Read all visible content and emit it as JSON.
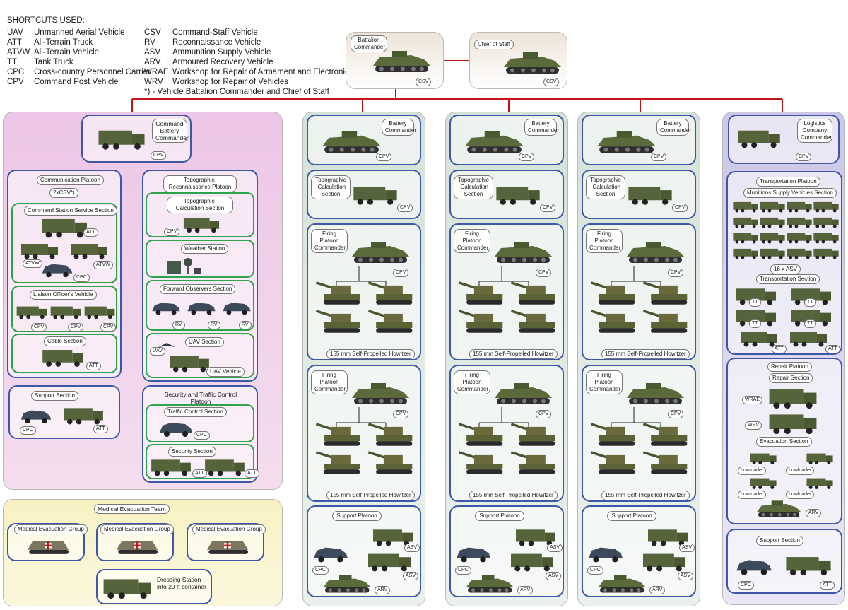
{
  "legend": {
    "title": "SHORTCUTS USED:",
    "left": [
      {
        "abbr": "UAV",
        "text": "Unmanned Aerial Vehicle"
      },
      {
        "abbr": "ATT",
        "text": "All-Terrain Truck"
      },
      {
        "abbr": "ATVW",
        "text": "All-Terrain Vehicle"
      },
      {
        "abbr": "TT",
        "text": "Tank Truck"
      },
      {
        "abbr": "CPC",
        "text": "Cross-country Personnel Carrier"
      },
      {
        "abbr": "CPV",
        "text": "Command Post Vehicle"
      }
    ],
    "right": [
      {
        "abbr": "CSV",
        "text": "Command-Staff Vehicle"
      },
      {
        "abbr": "RV",
        "text": "Reconnaissance Vehicle"
      },
      {
        "abbr": "ASV",
        "text": "Ammunition Supply Vehicle"
      },
      {
        "abbr": "ARV",
        "text": "Armoured Recovery Vehicle"
      },
      {
        "abbr": "WRAE",
        "text": "Workshop for Repair of Armament and Electronics"
      },
      {
        "abbr": "WRV",
        "text": "Workshop for Repair of Vehicles"
      }
    ],
    "footnote": "*) - Vehicle Battalion Commander and Chief of Staff"
  },
  "hq": {
    "commander": {
      "label": "Battalion Commander",
      "tag": "CSV"
    },
    "chief": {
      "label": "Chief of Staff",
      "tag": "CSV"
    }
  },
  "command_battery": {
    "commander": {
      "label": "Command Battery Commander",
      "tag": "CPV"
    },
    "communication": {
      "title": "Communication Platoon",
      "csv_note": "2xCSV*)",
      "css": {
        "title": "Command Station Service Section",
        "tags": [
          "ATT",
          "ATVW",
          "ATVW",
          "CPC"
        ]
      },
      "liaison": {
        "title": "Liaison Officer's Vehicle",
        "tags": [
          "CPV",
          "CPV",
          "CPV"
        ]
      },
      "cable": {
        "title": "Cable Section",
        "tag": "ATT"
      }
    },
    "support": {
      "title": "Support Section",
      "tags": [
        "CPC",
        "ATT"
      ]
    },
    "topo_recon": {
      "title": "Topographic-Reconnaissance Platoon",
      "topo_calc": {
        "title": "Topographic-Calculation Section",
        "tag": "CPV"
      },
      "weather": {
        "title": "Weather Station"
      },
      "forward_obs": {
        "title": "Forward Observers Section",
        "tags": [
          "RV",
          "RV",
          "RV"
        ]
      },
      "uav": {
        "title": "UAV Section",
        "uav_tag": "UAV",
        "vehicle": "UAV Vehicle"
      }
    },
    "security_traffic": {
      "title": "Security and Traffic Control Platoon",
      "traffic": {
        "title": "Traffic Control Section",
        "tag": "CPC"
      },
      "security": {
        "title": "Security Section",
        "tags": [
          "ATT",
          "ATT"
        ]
      }
    }
  },
  "medical": {
    "title": "Medical Evacuation Team",
    "groups": [
      "Medical Evacuation Group",
      "Medical Evacuation Group",
      "Medical Evacuation Group"
    ],
    "dressing": "Dressing Station into 20 ft container"
  },
  "batteries": [
    {
      "commander": {
        "label": "Battery Commander",
        "tag": "CPV"
      },
      "topo": {
        "label": "Topographic -Calculation Section",
        "tag": "CPV"
      },
      "platoons": [
        {
          "label": "Firing Platoon Commander",
          "tag": "CPV",
          "howitzer": "155 mm Self-Propelled Howitzer"
        },
        {
          "label": "Firing Platoon Commander",
          "tag": "CPV",
          "howitzer": "155 mm Self-Propelled Howitzer"
        }
      ],
      "support": {
        "title": "Support Platoon",
        "tags": [
          "CPC",
          "ASV",
          "ASV",
          "ARV"
        ]
      }
    },
    {
      "commander": {
        "label": "Battery Commander",
        "tag": "CPV"
      },
      "topo": {
        "label": "Topographic -Calculation Section",
        "tag": "CPV"
      },
      "platoons": [
        {
          "label": "Firing Platoon Commander",
          "tag": "CPV",
          "howitzer": "155 mm Self-Propelled Howitzer"
        },
        {
          "label": "Firing Platoon Commander",
          "tag": "CPV",
          "howitzer": "155 mm Self-Propelled Howitzer"
        }
      ],
      "support": {
        "title": "Support Platoon",
        "tags": [
          "CPC",
          "ASV",
          "ASV",
          "ARV"
        ]
      }
    },
    {
      "commander": {
        "label": "Battery Commander",
        "tag": "CPV"
      },
      "topo": {
        "label": "Topographic -Calculation Section",
        "tag": "CPV"
      },
      "platoons": [
        {
          "label": "Firing Platoon Commander",
          "tag": "CPV",
          "howitzer": "155 mm Self-Propelled Howitzer"
        },
        {
          "label": "Firing Platoon Commander",
          "tag": "CPV",
          "howitzer": "155 mm Self-Propelled Howitzer"
        }
      ],
      "support": {
        "title": "Support Platoon",
        "tags": [
          "CPC",
          "ASV",
          "ASV",
          "ARV"
        ]
      }
    }
  ],
  "logistics": {
    "commander": {
      "label": "Logistics Company Commander",
      "tag": "CPV"
    },
    "transport": {
      "title": "Transportation Platoon",
      "munitions": {
        "title": "Munitions  Supply Vehicles Section",
        "count": "16 x ASV"
      },
      "section": {
        "title": "Transportation Section",
        "tags": [
          "TT",
          "TT",
          "TT",
          "TT",
          "ATT",
          "ATT"
        ]
      }
    },
    "repair": {
      "title": "Repair Platoon",
      "section": {
        "title": "Repair Section",
        "tags": [
          "WRAE",
          "WRV"
        ]
      },
      "evac": {
        "title": "Evacuation Section",
        "tags": [
          "Lowloader",
          "Lowloader",
          "Lowloader",
          "Lowloader"
        ],
        "arv": "ARV"
      }
    },
    "support": {
      "title": "Support Section",
      "tags": [
        "CPC",
        "ATT"
      ]
    }
  }
}
